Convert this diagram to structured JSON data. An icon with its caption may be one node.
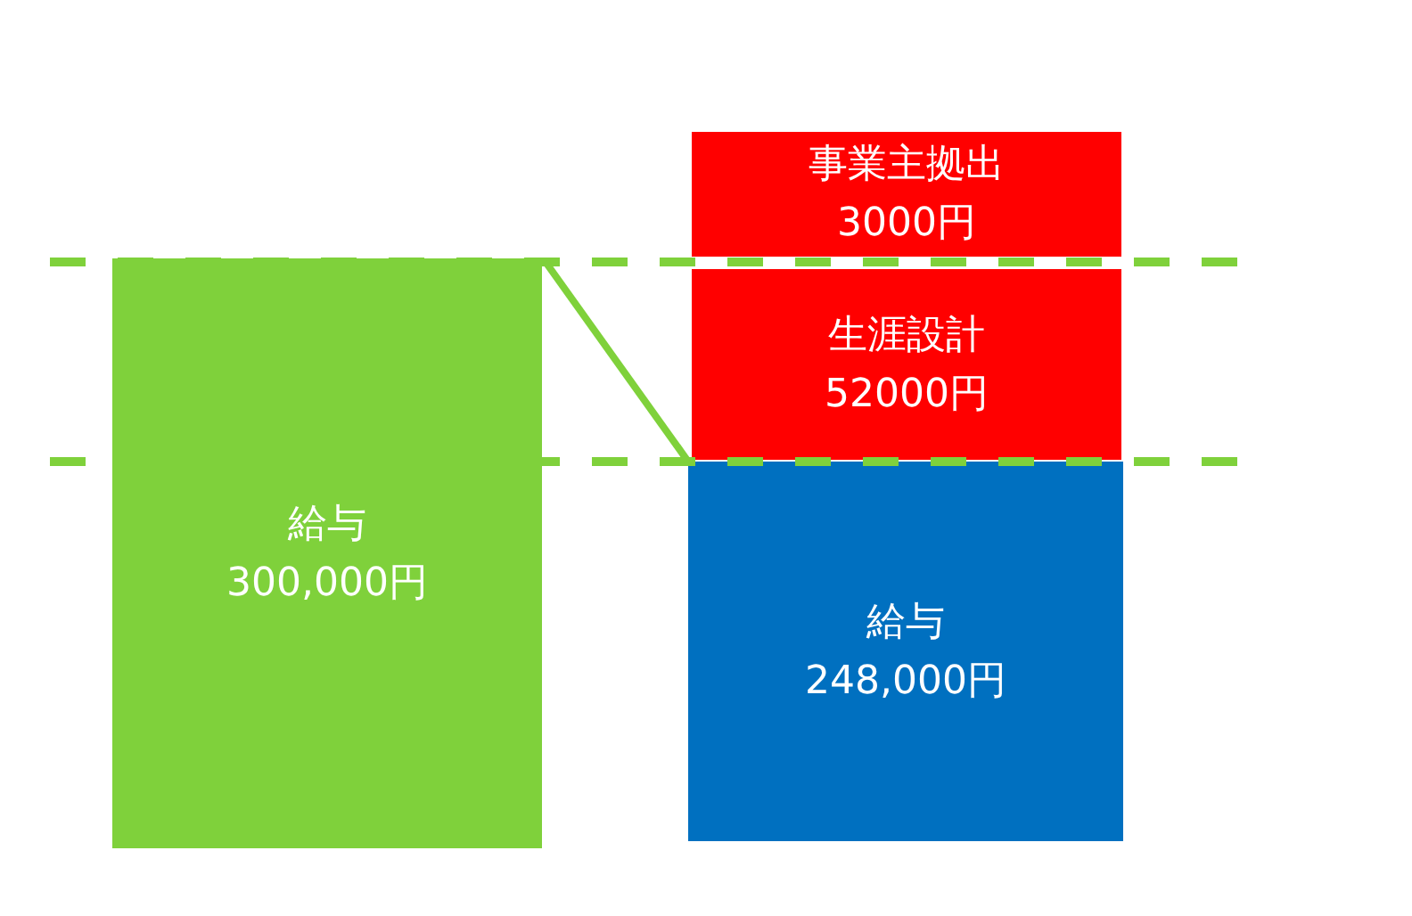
{
  "diagram": {
    "nodes": [
      {
        "text": [
          "給与",
          "300,000円"
        ]
      },
      {
        "text": [
          "事業主拠出",
          "3000円"
        ]
      },
      {
        "text": [
          "生涯設計",
          "52000円"
        ]
      },
      {
        "text": [
          "給与",
          "248,000円"
        ]
      }
    ],
    "edges": [
      {
        "from": 0,
        "to": 3,
        "arrow": "none"
      }
    ]
  }
}
